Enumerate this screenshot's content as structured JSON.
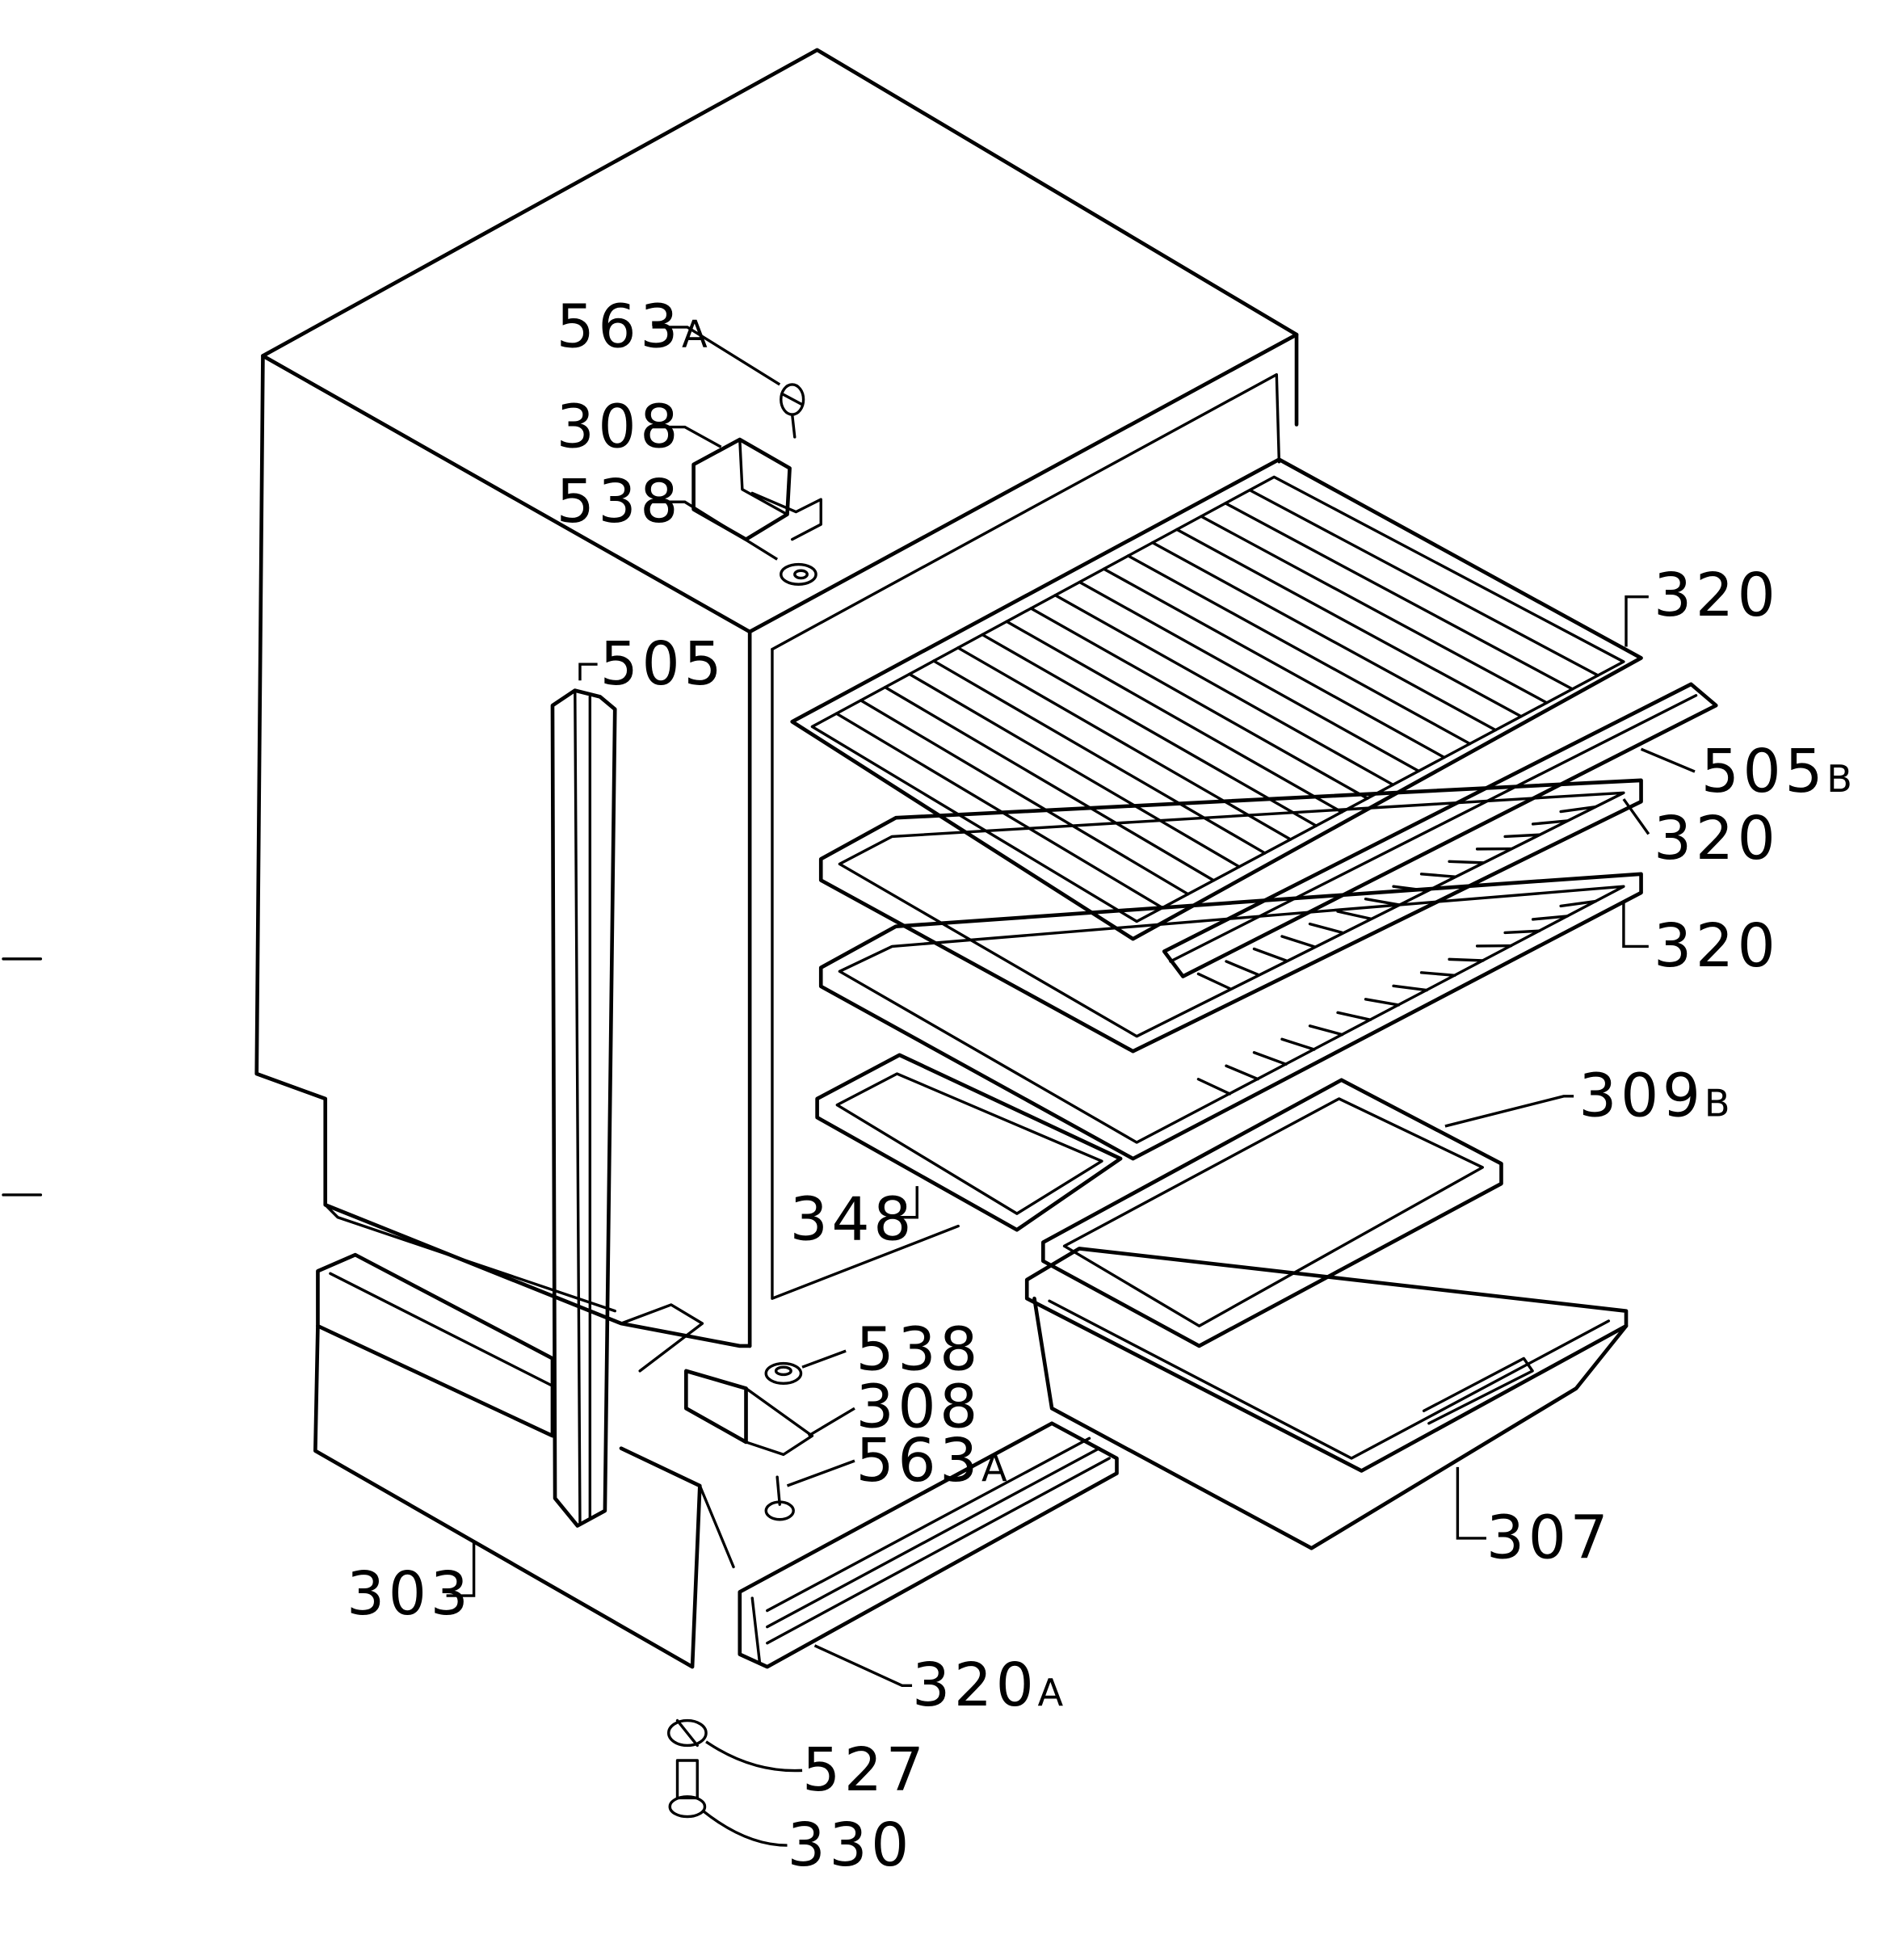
{
  "labels": {
    "p563a_top": {
      "num": "563",
      "suffix": "A"
    },
    "p308_top": {
      "num": "308"
    },
    "p538_top": {
      "num": "538"
    },
    "p505": {
      "num": "505"
    },
    "p320_1": {
      "num": "320"
    },
    "p505b": {
      "num": "505",
      "suffix": "B"
    },
    "p320_2": {
      "num": "320"
    },
    "p320_3": {
      "num": "320"
    },
    "p309b": {
      "num": "309",
      "suffix": "B"
    },
    "p348": {
      "num": "348"
    },
    "p538_bottom": {
      "num": "538"
    },
    "p308_bottom": {
      "num": "308"
    },
    "p563a_bottom": {
      "num": "563",
      "suffix": "A"
    },
    "p307": {
      "num": "307"
    },
    "p303": {
      "num": "303"
    },
    "p320a": {
      "num": "320",
      "suffix": "A"
    },
    "p527": {
      "num": "527"
    },
    "p330": {
      "num": "330"
    }
  }
}
